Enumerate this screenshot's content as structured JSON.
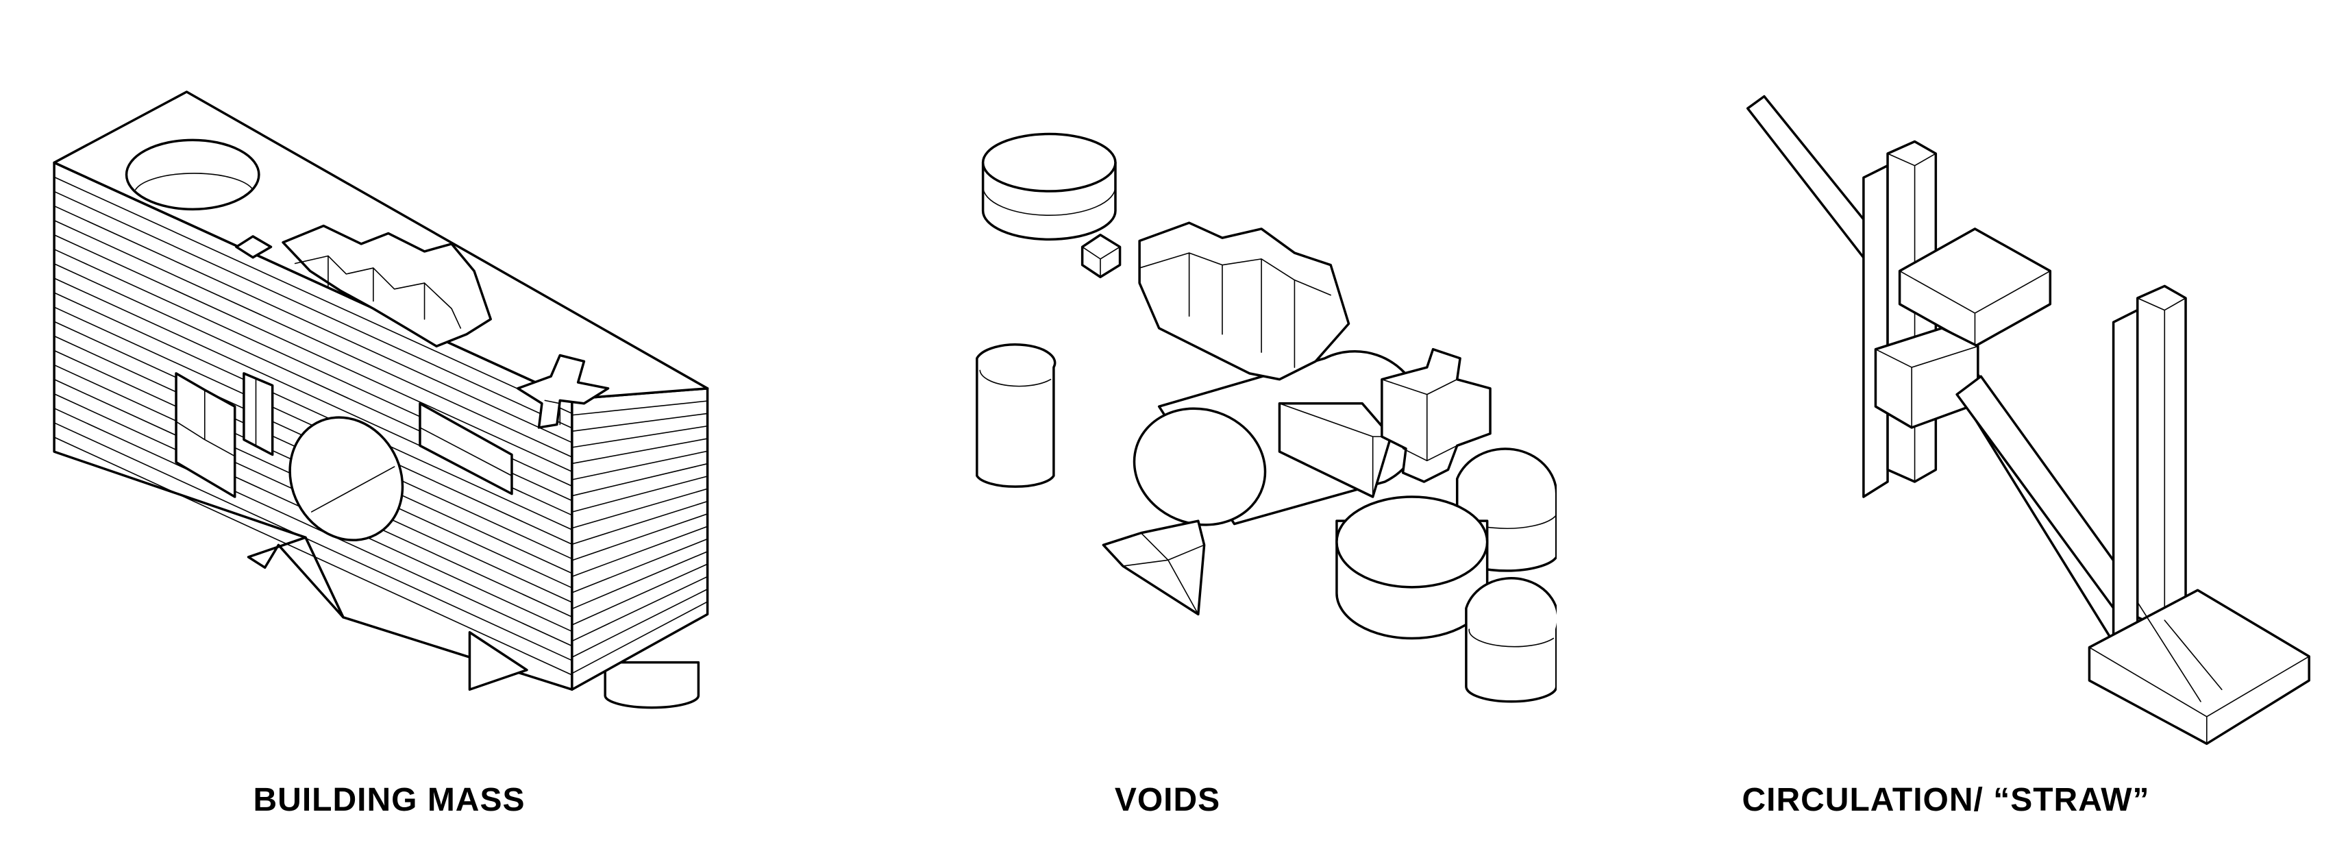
{
  "diagrams": [
    {
      "id": "building-mass",
      "caption": "BUILDING MASS"
    },
    {
      "id": "voids",
      "caption": "VOIDS"
    },
    {
      "id": "circulation",
      "caption": "CIRCULATION/ “STRAW”"
    }
  ]
}
